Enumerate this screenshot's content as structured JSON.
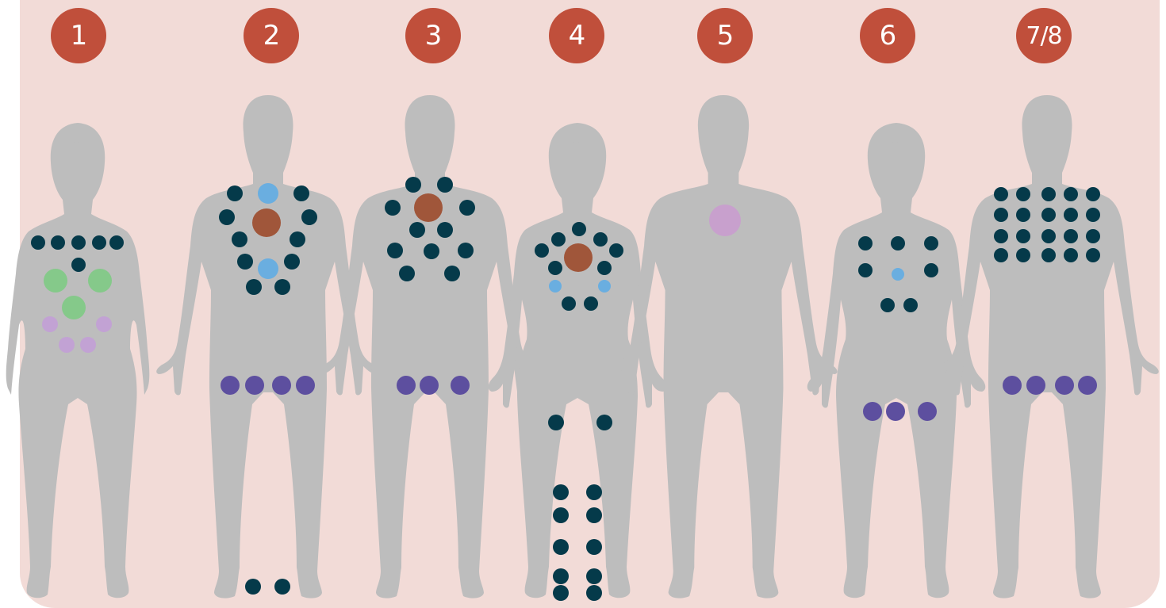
{
  "badges": [
    "1",
    "2",
    "3",
    "4",
    "5",
    "6",
    "7/8"
  ],
  "colors": {
    "background": "#f2dbd7",
    "silhouette": "#bdbdbd",
    "badge": "#c04f3b",
    "dark_teal": "#053a4a",
    "light_blue": "#6aaee0",
    "rust": "#a0563a",
    "green": "#85c98a",
    "lavender": "#c2a2d4",
    "purple": "#5d4f9f",
    "pink_lavender": "#c8a0cd"
  },
  "figures": [
    {
      "id": "figure-1",
      "shape": "female-sketch"
    },
    {
      "id": "figure-2",
      "shape": "male"
    },
    {
      "id": "figure-3",
      "shape": "male"
    },
    {
      "id": "figure-4",
      "shape": "female"
    },
    {
      "id": "figure-5",
      "shape": "male"
    },
    {
      "id": "figure-6",
      "shape": "female"
    },
    {
      "id": "figure-7-8",
      "shape": "male"
    }
  ]
}
